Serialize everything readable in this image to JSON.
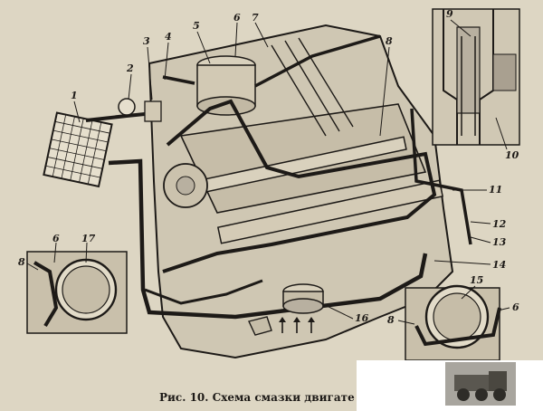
{
  "labels": [
    {
      "id": "1",
      "text": "1"
    },
    {
      "id": "2",
      "text": "2"
    },
    {
      "id": "3",
      "text": "3"
    },
    {
      "id": "4",
      "text": "4"
    },
    {
      "id": "5",
      "text": "5"
    },
    {
      "id": "6",
      "text": "6"
    },
    {
      "id": "7",
      "text": "7"
    },
    {
      "id": "8",
      "text": "8"
    },
    {
      "id": "9",
      "text": "9"
    },
    {
      "id": "10",
      "text": "10"
    },
    {
      "id": "11",
      "text": "11"
    },
    {
      "id": "12",
      "text": "12"
    },
    {
      "id": "13",
      "text": "13"
    },
    {
      "id": "14",
      "text": "14"
    },
    {
      "id": "15",
      "text": "15"
    },
    {
      "id": "16",
      "text": "16"
    },
    {
      "id": "6b",
      "text": "6"
    },
    {
      "id": "17",
      "text": "17"
    },
    {
      "id": "8b",
      "text": "8"
    },
    {
      "id": "8c",
      "text": "8"
    },
    {
      "id": "6c",
      "text": "6"
    }
  ],
  "caption": "Рис. 10. Схема смазки двигате",
  "colors": {
    "paper": "#ddd6c3",
    "ink": "#1d1a17",
    "shade": "#b8b0a0"
  }
}
